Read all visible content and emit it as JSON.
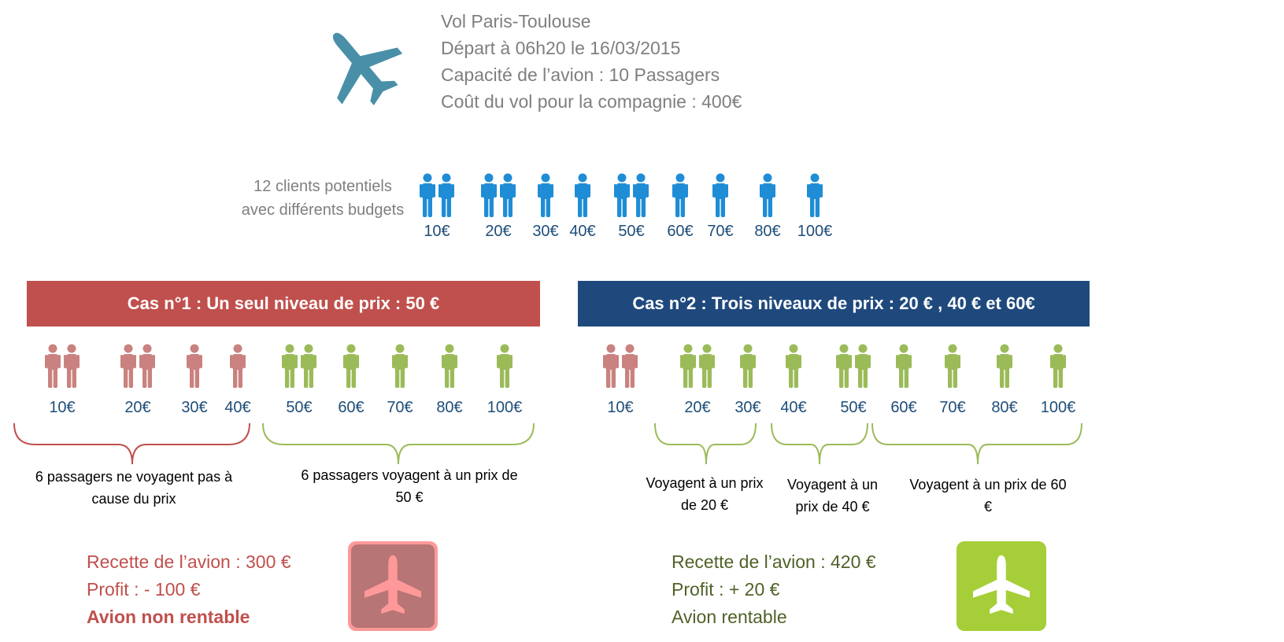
{
  "colors": {
    "plane_blue": "#4a8fa8",
    "person_blue": "#1f8dd6",
    "price_blue": "#1f4e79",
    "red": "#c0504d",
    "person_red": "#c9827f",
    "person_green": "#9bbb59",
    "dark_blue": "#1f497d",
    "green_text": "#4f6228",
    "green_box": "#a6ce39"
  },
  "flight": {
    "icon": "airplane-icon",
    "line1": "Vol Paris-Toulouse",
    "line2": "Départ à 06h20 le 16/03/2015",
    "line3": "Capacité de l’avion : 10 Passagers",
    "line4": "Coût du vol pour la compagnie :  400€"
  },
  "clients": {
    "label": "12 clients potentiels avec différents budgets",
    "budgets": [
      {
        "price": "10€",
        "count": 2
      },
      {
        "price": "20€",
        "count": 2
      },
      {
        "price": "30€",
        "count": 1
      },
      {
        "price": "40€",
        "count": 1
      },
      {
        "price": "50€",
        "count": 2
      },
      {
        "price": "60€",
        "count": 1
      },
      {
        "price": "70€",
        "count": 1
      },
      {
        "price": "80€",
        "count": 1
      },
      {
        "price": "100€",
        "count": 1
      }
    ]
  },
  "case1": {
    "title": "Cas n°1 : Un seul niveau de prix : 50 €",
    "groups": [
      {
        "price": "10€",
        "count": 2,
        "status": "excluded"
      },
      {
        "price": "20€",
        "count": 2,
        "status": "excluded"
      },
      {
        "price": "30€",
        "count": 1,
        "status": "excluded"
      },
      {
        "price": "40€",
        "count": 1,
        "status": "excluded"
      },
      {
        "price": "50€",
        "count": 2,
        "status": "travels"
      },
      {
        "price": "60€",
        "count": 1,
        "status": "travels"
      },
      {
        "price": "70€",
        "count": 1,
        "status": "travels"
      },
      {
        "price": "80€",
        "count": 1,
        "status": "travels"
      },
      {
        "price": "100€",
        "count": 1,
        "status": "travels"
      }
    ],
    "caption_left": "6 passagers  ne voyagent pas à cause du prix",
    "caption_right": "6 passagers  voyagent à un prix de  50 €",
    "recette": "Recette de l’avion : 300 €",
    "profit": "Profit : - 100 €",
    "verdict": "Avion non rentable",
    "icon": "airplane-icon"
  },
  "case2": {
    "title": "Cas n°2 : Trois niveaux de prix : 20 € , 40 € et 60€",
    "groups": [
      {
        "price": "10€",
        "count": 2,
        "status": "excluded"
      },
      {
        "price": "20€",
        "count": 2,
        "status": "travels"
      },
      {
        "price": "30€",
        "count": 1,
        "status": "travels"
      },
      {
        "price": "40€",
        "count": 1,
        "status": "travels"
      },
      {
        "price": "50€",
        "count": 2,
        "status": "travels"
      },
      {
        "price": "60€",
        "count": 1,
        "status": "travels"
      },
      {
        "price": "70€",
        "count": 1,
        "status": "travels"
      },
      {
        "price": "80€",
        "count": 1,
        "status": "travels"
      },
      {
        "price": "100€",
        "count": 1,
        "status": "travels"
      }
    ],
    "caption_1": "Voyagent à un prix de 20 €",
    "caption_2": "Voyagent à un prix de 40 €",
    "caption_3": "Voyagent à un prix de 60 €",
    "recette": "Recette de l’avion : 420 €",
    "profit": "Profit : + 20 €",
    "verdict": "Avion rentable",
    "icon": "airplane-icon"
  }
}
